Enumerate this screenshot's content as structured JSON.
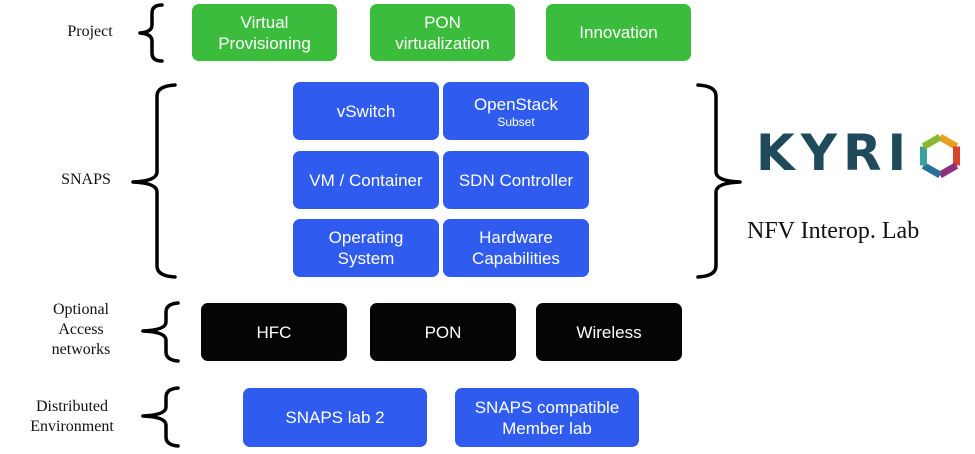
{
  "rows": {
    "project": "Project",
    "snaps": "SNAPS",
    "access": "Optional\nAccess\nnetworks",
    "distributed": "Distributed\nEnvironment"
  },
  "project_boxes": {
    "virtual_provisioning": "Virtual\nProvisioning",
    "pon_virtualization": "PON\nvirtualization",
    "innovation": "Innovation"
  },
  "snaps_boxes": {
    "vswitch": "vSwitch",
    "openstack": "OpenStack",
    "openstack_sub": "Subset",
    "vm_container": "VM / Container",
    "sdn_controller": "SDN Controller",
    "operating_system": "Operating\nSystem",
    "hardware": "Hardware\nCapabilities"
  },
  "access_boxes": {
    "hfc": "HFC",
    "pon": "PON",
    "wireless": "Wireless"
  },
  "distributed_boxes": {
    "snaps_lab_2": "SNAPS lab 2",
    "member_lab": "SNAPS compatible\nMember lab"
  },
  "logo": {
    "wordmark": "KYRI",
    "caption": "NFV Interop. Lab"
  },
  "colors": {
    "project": "#3cbc3c",
    "snaps": "#2f5cef",
    "access": "#050505",
    "distributed": "#2f5cef",
    "logo_text": "#1e4a5a"
  }
}
